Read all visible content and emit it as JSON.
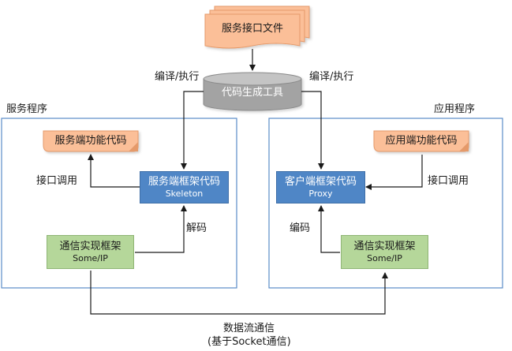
{
  "nodes": {
    "service_interface_file": "服务接口文件",
    "code_gen_tool": "代码生成工具",
    "server_func_code": "服务端功能代码",
    "server_skeleton": {
      "main": "服务端框架代码",
      "sub": "Skeleton"
    },
    "server_comm": {
      "main": "通信实现框架",
      "sub": "Some/IP"
    },
    "client_func_code": "应用端功能代码",
    "client_proxy": {
      "main": "客户端框架代码",
      "sub": "Proxy"
    },
    "client_comm": {
      "main": "通信实现框架",
      "sub": "Some/IP"
    }
  },
  "groups": {
    "service_program": "服务程序",
    "app_program": "应用程序"
  },
  "edge_labels": {
    "compile_exec_left": "编译/执行",
    "compile_exec_right": "编译/执行",
    "interface_call_left": "接口调用",
    "interface_call_right": "接口调用",
    "decode": "解码",
    "encode": "编码",
    "data_stream_line1": "数据流通信",
    "data_stream_line2": "(基于Socket通信)"
  },
  "colors": {
    "orange_fill": "#fbbf98",
    "orange_stroke": "#e59a6a",
    "blue_fill": "#4f86c6",
    "green_fill": "#b5d79a",
    "db_fill": "#a3a3a3",
    "group_border": "#5b8cc8"
  }
}
